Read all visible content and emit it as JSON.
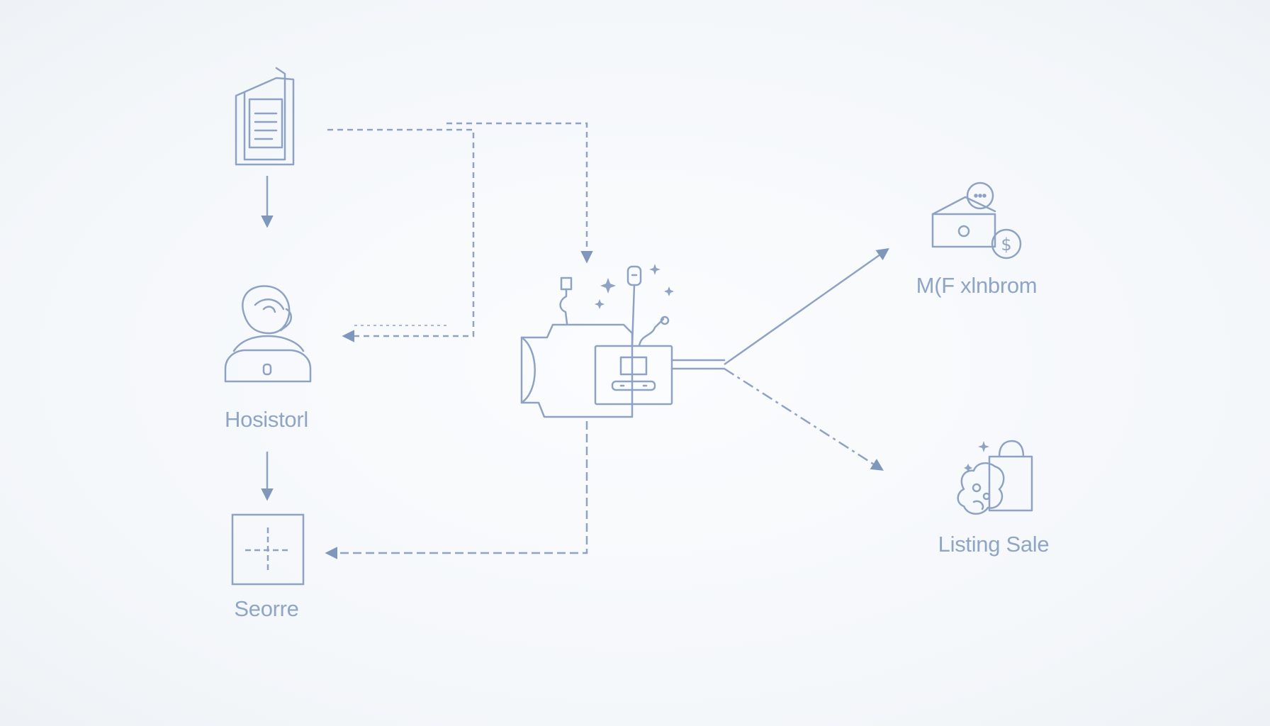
{
  "diagram": {
    "nodes": {
      "document": {
        "label": "",
        "icon": "document-icon"
      },
      "historian": {
        "label": "Hosistorl",
        "icon": "person-headset-icon"
      },
      "store": {
        "label": "Seorre",
        "icon": "crosshair-box-icon"
      },
      "processor": {
        "label": "",
        "icon": "device-machine-icon"
      },
      "marketplace": {
        "label": "M(F xlnbrom",
        "icon": "wallet-dollar-icon"
      },
      "sale": {
        "label": "Listing Sale",
        "icon": "shopping-bag-icon"
      }
    },
    "edges": [
      {
        "from": "document",
        "to": "historian",
        "style": "solid"
      },
      {
        "from": "historian",
        "to": "store",
        "style": "solid"
      },
      {
        "from": "document",
        "to": "historian",
        "style": "dashed"
      },
      {
        "from": "document",
        "to": "processor",
        "style": "dashed"
      },
      {
        "from": "processor",
        "to": "store",
        "style": "dashed"
      },
      {
        "from": "processor",
        "to": "marketplace",
        "style": "solid"
      },
      {
        "from": "processor",
        "to": "sale",
        "style": "dashed"
      }
    ],
    "colors": {
      "stroke": "#8ea3c4",
      "arrow": "#7f97bb",
      "text": "#8fa5c6",
      "background": "#f6f8fb"
    }
  }
}
